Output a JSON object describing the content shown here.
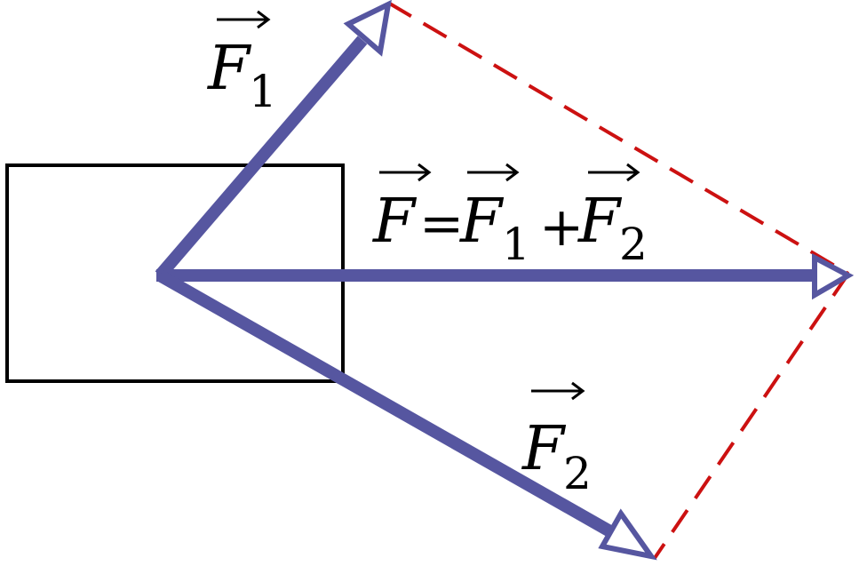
{
  "diagram": {
    "colors": {
      "vector": "#5656a0",
      "construction": "#cc1111",
      "box": "#000000",
      "text": "#000000",
      "background": "#ffffff"
    },
    "labels": {
      "f1": {
        "symbol": "F",
        "subscript": "1"
      },
      "f2": {
        "symbol": "F",
        "subscript": "2"
      },
      "resultant": {
        "lhs_symbol": "F",
        "equals": "=",
        "term1_symbol": "F",
        "term1_subscript": "1",
        "plus": "+",
        "term2_symbol": "F",
        "term2_subscript": "2"
      }
    }
  }
}
